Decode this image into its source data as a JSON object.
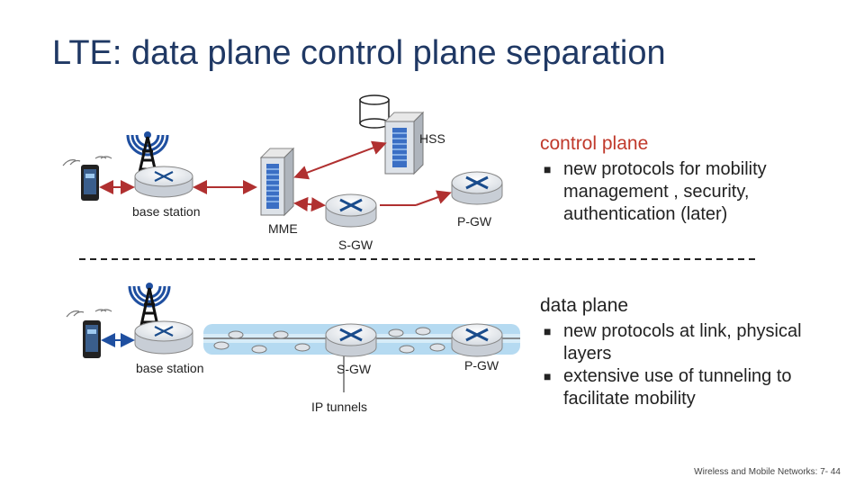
{
  "title": "LTE: data plane control plane separation",
  "labels": {
    "hss": "HSS",
    "mme": "MME",
    "sgw_top": "S-GW",
    "pgw_top": "P-GW",
    "base_station_top": "base station",
    "base_station_bottom": "base station",
    "sgw_bottom": "S-GW",
    "pgw_bottom": "P-GW",
    "ip_tunnels": "IP tunnels"
  },
  "control_plane": {
    "heading": "control plane",
    "bullets": [
      "new protocols for mobility management , security, authentication (later)"
    ]
  },
  "data_plane": {
    "heading": "data plane",
    "bullets": [
      "new protocols at link, physical layers",
      "extensive use of tunneling to facilitate mobility"
    ]
  },
  "footer": "Wireless and Mobile Networks: 7- 44",
  "colors": {
    "title": "#1f3864",
    "heading_red": "#c0392b",
    "link_red": "#b03030",
    "link_blue": "#1f4fa0",
    "tunnel": "#a8d4ef",
    "router": "#1a4c8c"
  }
}
